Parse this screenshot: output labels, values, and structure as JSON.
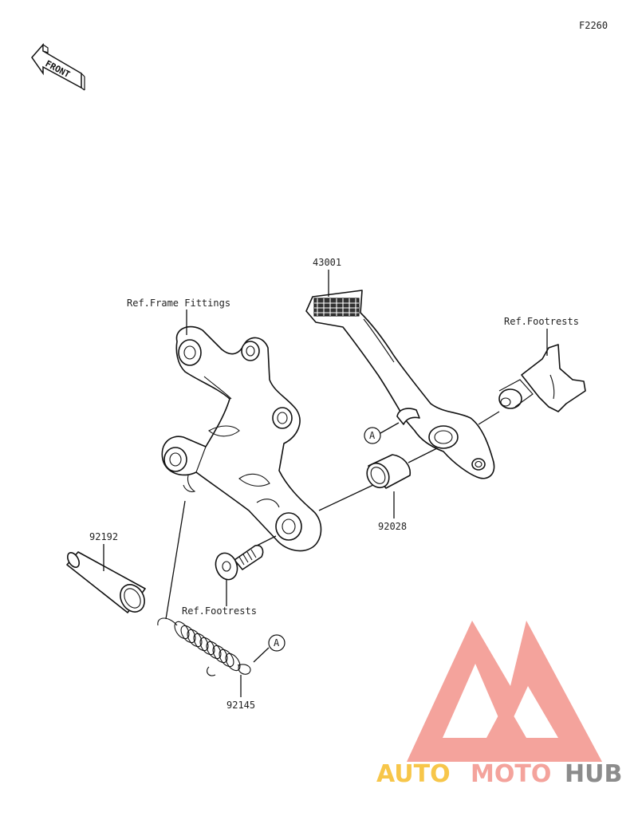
{
  "figure_code": "F2260",
  "front_marker": "FRONT",
  "callouts": {
    "ref_frame_fittings": "Ref.Frame Fittings",
    "part_43001": "43001",
    "ref_footrests_top": "Ref.Footrests",
    "marker_a_top": "A",
    "part_92028": "92028",
    "part_92192": "92192",
    "ref_footrests_bottom": "Ref.Footrests",
    "marker_a_bottom": "A",
    "part_92145": "92145"
  },
  "watermark": {
    "auto": "AUTO",
    "moto": "MOTO",
    "hub": "HUB",
    "colors": {
      "logo": "#f4a39c",
      "auto": "#f7c64a",
      "moto": "#f4a39c",
      "hub": "#8c8c8c"
    }
  }
}
